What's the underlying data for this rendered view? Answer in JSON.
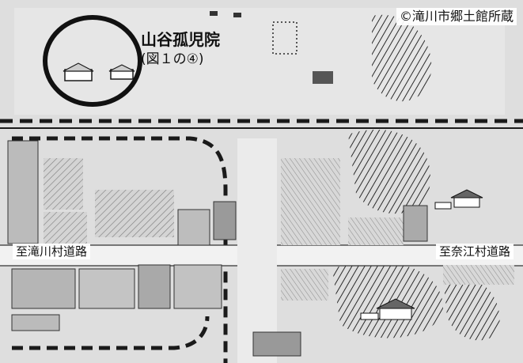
{
  "map": {
    "credit": "©滝川市郷土館所蔵",
    "highlight": {
      "title": "山谷孤児院",
      "subtitle": "(図１の④)"
    },
    "road_labels": {
      "left": "至滝川村道路",
      "right": "至奈江村道路"
    },
    "colors": {
      "paper": "#dcdcdc",
      "ink": "#1a1a1a",
      "circle": "#111111"
    }
  }
}
